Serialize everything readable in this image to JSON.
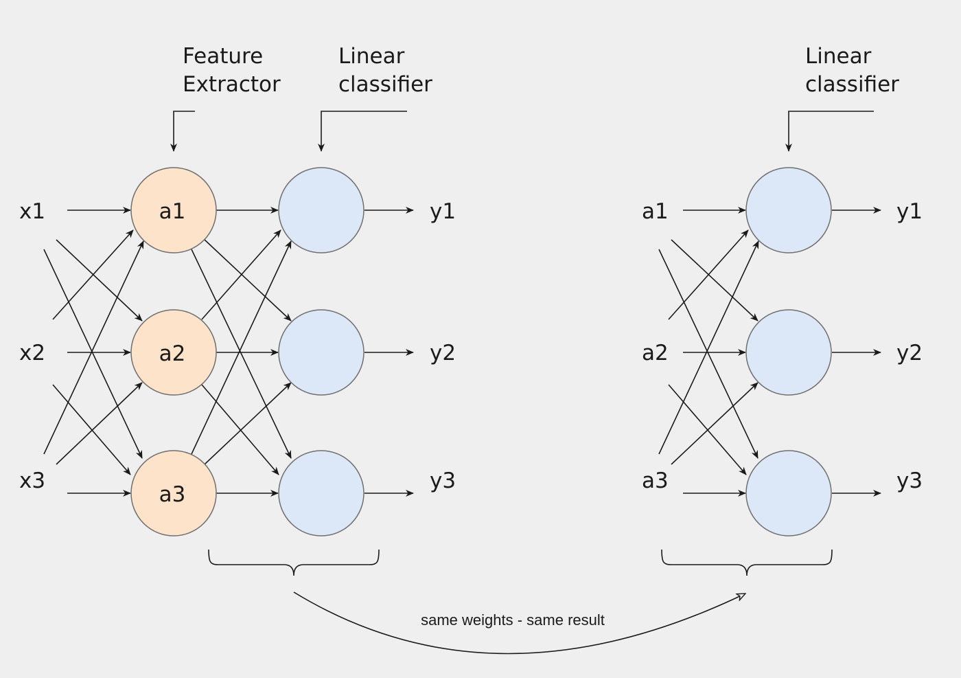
{
  "left_network": {
    "inputs": [
      "x1",
      "x2",
      "x3"
    ],
    "feature_nodes": [
      "a1",
      "a2",
      "a3"
    ],
    "outputs": [
      "y1",
      "y2",
      "y3"
    ],
    "feature_extractor_label": [
      "Feature",
      "Extractor"
    ],
    "linear_classifier_label": [
      "Linear",
      "classifier"
    ]
  },
  "right_network": {
    "inputs": [
      "a1",
      "a2",
      "a3"
    ],
    "outputs": [
      "y1",
      "y2",
      "y3"
    ],
    "linear_classifier_label": [
      "Linear",
      "classifier"
    ]
  },
  "connector_caption": "same weights - same result",
  "colors": {
    "feature_node_fill": "#fce3c9",
    "classifier_node_fill": "#dce8f7",
    "node_stroke": "#6f6f6f",
    "background": "#efefef"
  }
}
